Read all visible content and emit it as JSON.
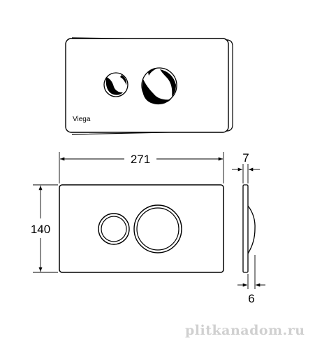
{
  "perspective_plate": {
    "brand": "Viega"
  },
  "dimensions": {
    "width": "271",
    "height": "140",
    "depth_top": "7",
    "depth_bottom": "6"
  },
  "watermark": "plitkanadom.ru",
  "colors": {
    "line": "#000000",
    "watermark": "#d0d0d0"
  }
}
